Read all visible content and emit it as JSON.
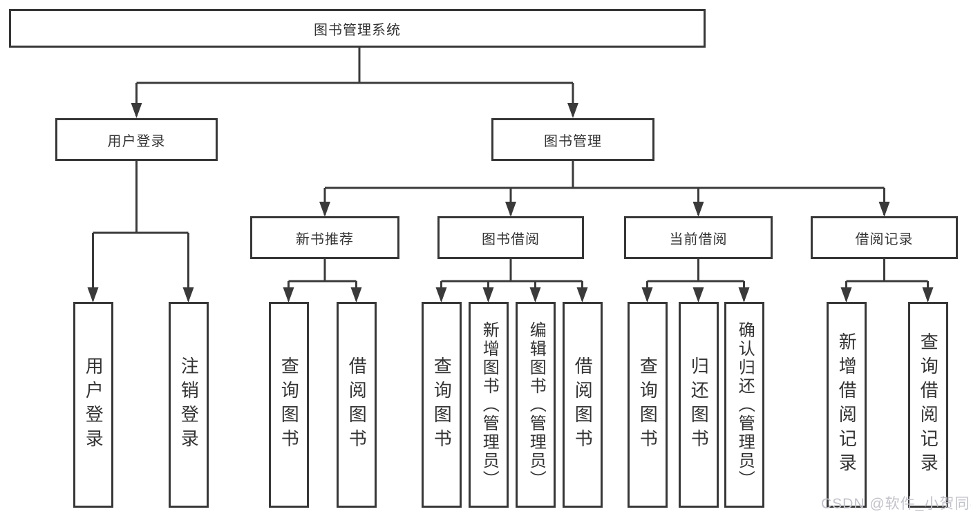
{
  "tree": {
    "root": {
      "label": "图书管理系统"
    },
    "level2": [
      {
        "label": "用户登录"
      },
      {
        "label": "图书管理"
      }
    ],
    "level3": [
      {
        "label": "新书推荐"
      },
      {
        "label": "图书借阅"
      },
      {
        "label": "当前借阅"
      },
      {
        "label": "借阅记录"
      }
    ],
    "leaves": [
      {
        "label": "用户登录"
      },
      {
        "label": "注销登录"
      },
      {
        "label": "查询图书"
      },
      {
        "label": "借阅图书"
      },
      {
        "label": "查询图书"
      },
      {
        "label": "新增图书（管理员）"
      },
      {
        "label": "编辑图书（管理员）"
      },
      {
        "label": "借阅图书"
      },
      {
        "label": "查询图书"
      },
      {
        "label": "归还图书"
      },
      {
        "label": "确认归还（管理员）"
      },
      {
        "label": "新增借阅记录"
      },
      {
        "label": "查询借阅记录"
      }
    ]
  },
  "watermark": {
    "text": "CSDN @软件_小贺同学"
  },
  "colors": {
    "line": "#3a3a3a",
    "box_border": "#373737",
    "text": "#333333",
    "background": "#ffffff",
    "watermark": "#c2c2ca"
  }
}
